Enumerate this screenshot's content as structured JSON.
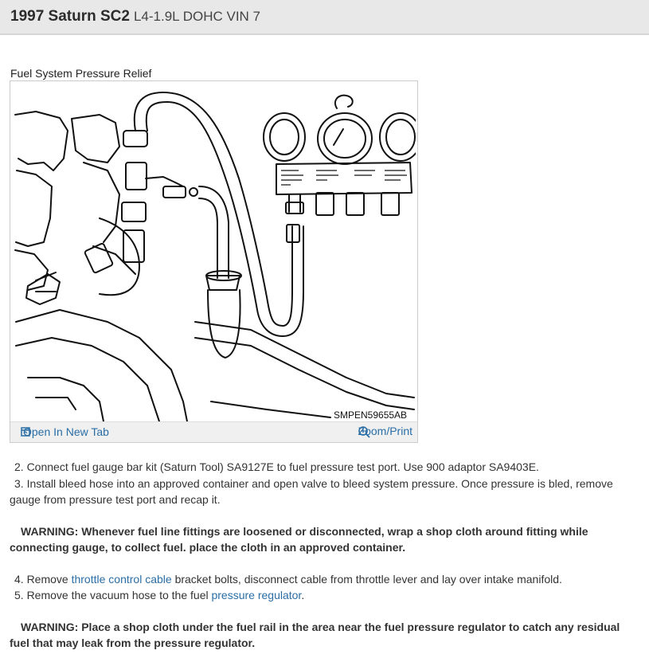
{
  "header": {
    "model": "1997 Saturn SC2",
    "engine": "L4-1.9L DOHC VIN 7"
  },
  "figure": {
    "title": "Fuel System Pressure Relief",
    "code": "SMPEN59655AB",
    "open_label": "Open In New Tab",
    "zoom_label": "Zoom/Print"
  },
  "steps": {
    "s2": "2. Connect fuel gauge bar kit (Saturn Tool) SA9127E to fuel pressure test port. Use 900 adaptor SA9403E.",
    "s3": "3. Install bleed hose into an approved container and open valve to bleed system pressure. Once pressure is bled, remove gauge from pressure test port and recap it.",
    "warn1_label": "WARNING:",
    "warn1_text": "Whenever fuel line fittings are loosened or disconnected, wrap a shop cloth around fitting while connecting gauge, to collect fuel. place the cloth in an approved container.",
    "s4_pre": "4. Remove",
    "s4_link": "throttle control cable",
    "s4_post": "bracket bolts, disconnect cable from throttle lever and lay over intake manifold.",
    "s5_pre": "5. Remove the vacuum hose to the fuel",
    "s5_link": "pressure regulator",
    "s5_post": ".",
    "warn2_label": "WARNING:",
    "warn2_text": "Place a shop cloth under the fuel rail in the area near the fuel pressure regulator to catch any residual fuel that may leak from the pressure regulator."
  }
}
